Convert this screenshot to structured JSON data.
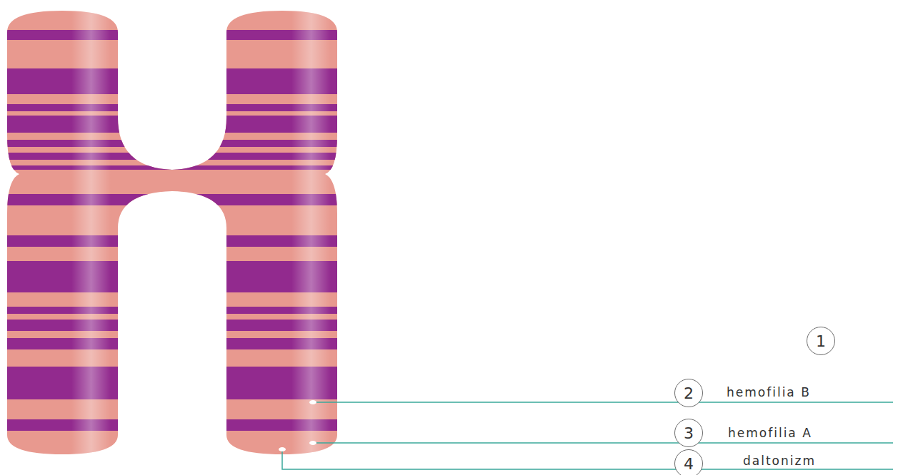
{
  "diagram": {
    "nodes": [
      {
        "text": [
          "1"
        ]
      },
      {
        "text": [
          "2"
        ]
      },
      {
        "text": [
          "3"
        ]
      },
      {
        "text": [
          "4"
        ]
      }
    ],
    "labels": [
      "hemofilia B",
      "hemofilia A",
      "daltonizm"
    ]
  }
}
